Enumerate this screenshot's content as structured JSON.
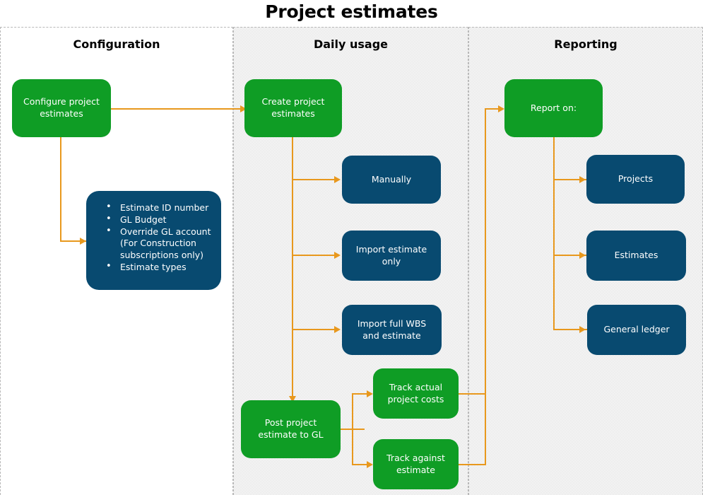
{
  "title": "Project estimates",
  "lanes": [
    {
      "id": "configuration",
      "label": "Configuration"
    },
    {
      "id": "daily-usage",
      "label": "Daily usage"
    },
    {
      "id": "reporting",
      "label": "Reporting"
    }
  ],
  "colors": {
    "green": "#0f9d25",
    "blue": "#084a70",
    "connector": "#e8981d",
    "lane_shaded": "#f2f2f2",
    "lane_border": "#b9b9b9",
    "title_text": "#000000",
    "node_text": "#ffffff"
  },
  "nodes": {
    "configure_project_estimates": "Configure project estimates",
    "config_details": {
      "items": [
        "Estimate ID number",
        "GL Budget",
        "Override GL account",
        "(For Construction",
        "subscriptions only)",
        "Estimate types"
      ]
    },
    "create_project_estimates": "Create project estimates",
    "manually": "Manually",
    "import_estimate_only": "Import estimate only",
    "import_full_wbs": "Import full WBS and estimate",
    "post_project_estimate_to_gl": "Post project estimate to GL",
    "track_actual_project_costs": "Track actual project costs",
    "track_against_estimate": "Track against estimate",
    "report_on": "Report on:",
    "projects": "Projects",
    "estimates": "Estimates",
    "general_ledger": "General ledger"
  }
}
